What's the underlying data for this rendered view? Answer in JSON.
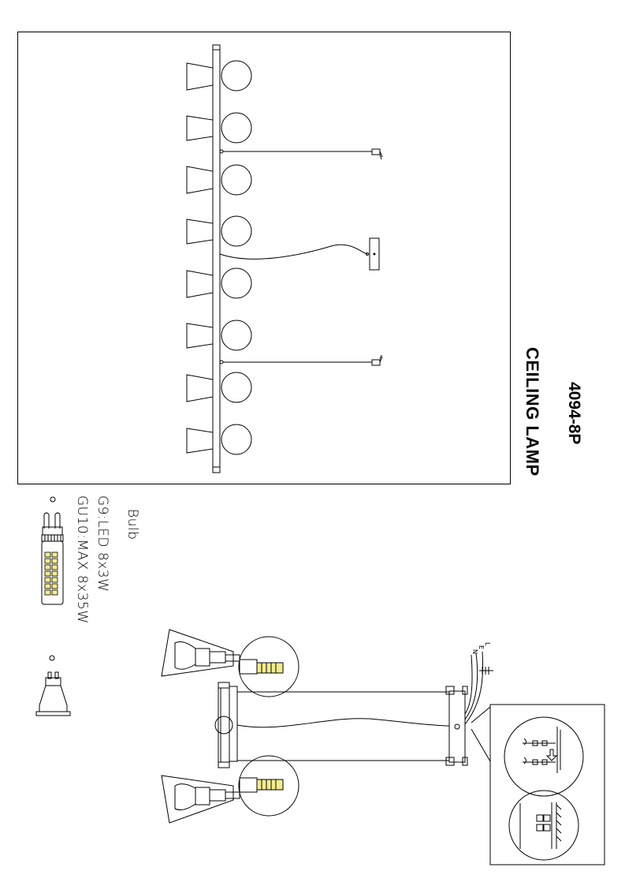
{
  "product": {
    "type_label": "CEILING LAMP",
    "model": "4094-8P"
  },
  "bulb_spec": {
    "heading": "Bulb",
    "g9_line": "G9:LED  8x3W",
    "gu10_line": "GU10:MAX  8x35W",
    "bullet": "o"
  },
  "wiring": {
    "labels": [
      "N",
      "E",
      "L"
    ]
  }
}
